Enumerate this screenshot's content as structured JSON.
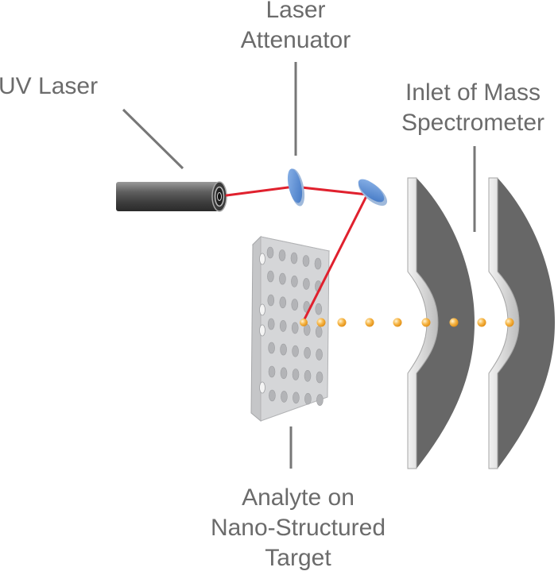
{
  "labels": {
    "laser_attenuator": [
      "Laser",
      "Attenuator"
    ],
    "uv_laser": "UV Laser",
    "inlet": [
      "Inlet of Mass",
      "Spectrometer"
    ],
    "analyte": [
      "Analyte on",
      "Nano-Structured",
      "Target"
    ]
  },
  "colors": {
    "label_text": "#6b6b6b",
    "leader_line": "#777777",
    "laser_beam": "#e0212e",
    "ion_droplet": "#f5a623",
    "attenuator_lens": "#5b8fd6",
    "inlet_plate": "#676767",
    "target_plate": "#d5d6d8"
  },
  "icons": {
    "laser": "cylinder-laser-icon",
    "attenuator": "lens-disc-icon",
    "mirror": "mirror-disc-icon",
    "target": "perforated-plate-icon",
    "inlet": "curved-plate-icon"
  }
}
